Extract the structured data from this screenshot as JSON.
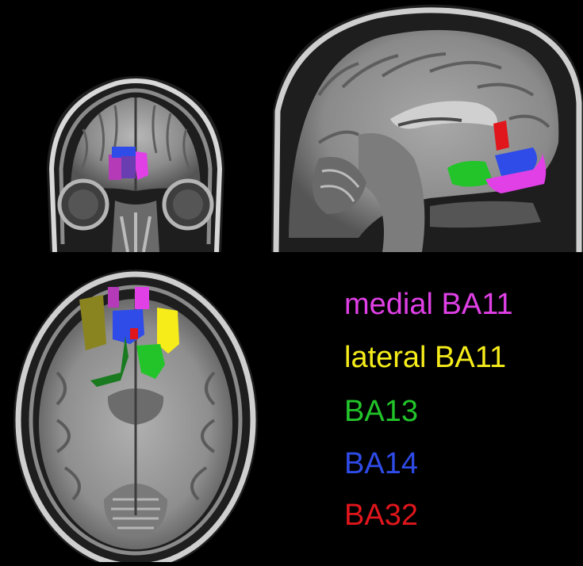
{
  "legend": {
    "items": [
      {
        "label": "medial BA11",
        "color": "#e040e6"
      },
      {
        "label": "lateral BA11",
        "color": "#f5ec1a"
      },
      {
        "label": "BA13",
        "color": "#22c42a"
      },
      {
        "label": "BA14",
        "color": "#2f4be8"
      },
      {
        "label": "BA32",
        "color": "#e0161c"
      }
    ]
  },
  "overlay_colors": {
    "medial_ba11": "#e040e6",
    "lateral_ba11": "#f5ec1a",
    "lateral_ba11_dim": "#8a8420",
    "ba13": "#22c42a",
    "ba13_dim": "#1a7a20",
    "ba14": "#2f4be8",
    "ba32": "#e0161c"
  }
}
